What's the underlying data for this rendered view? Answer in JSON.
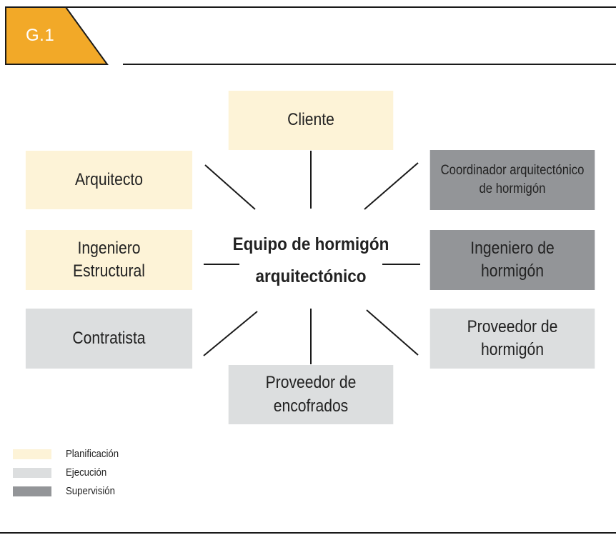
{
  "figure": {
    "tag": "G.1"
  },
  "center": {
    "label": "Equipo de hormigón\narquitectónico"
  },
  "nodes": {
    "cliente": "Cliente",
    "arquitecto": "Arquitecto",
    "ingeniero_estructural": "Ingeniero\nEstructural",
    "contratista": "Contratista",
    "proveedor_encofrados": "Proveedor de\nencofrados",
    "coordinador": "Coordinador arquitectónico\nde hormigón",
    "ingeniero_hormigon": "Ingeniero de\nhormigón",
    "proveedor_hormigon": "Proveedor de\nhormigón"
  },
  "legend": [
    {
      "label": "Planificación",
      "color": "#fdf3d7"
    },
    {
      "label": "Ejecución",
      "color": "#dcdedf"
    },
    {
      "label": "Supervisión",
      "color": "#939598"
    }
  ],
  "colors": {
    "accent": "#f2a928",
    "planificacion": "#fdf3d7",
    "ejecucion": "#dcdedf",
    "supervision": "#939598"
  }
}
